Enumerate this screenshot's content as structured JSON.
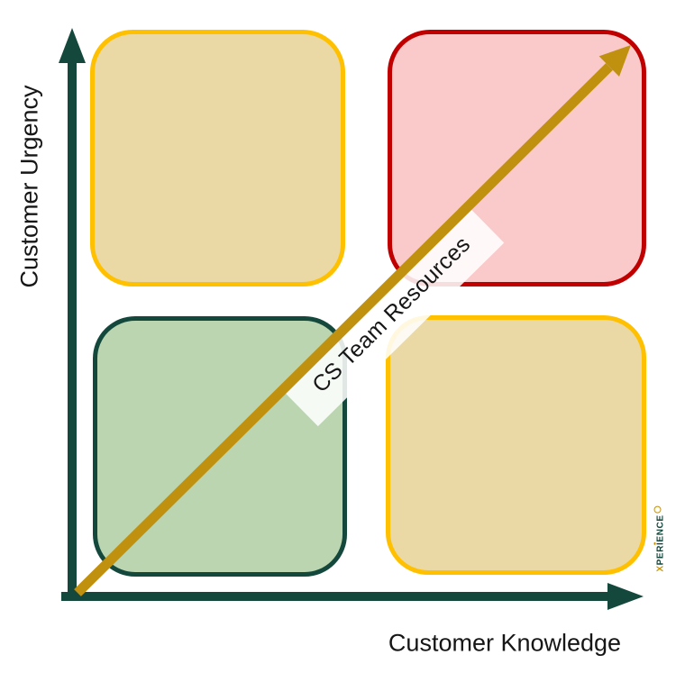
{
  "diagram": {
    "type": "2x2-matrix",
    "y_axis_label": "Customer Urgency",
    "x_axis_label": "Customer Knowledge",
    "diagonal_label": "CS Team Resources",
    "quadrants": [
      {
        "position": "top-left",
        "fill_color_key": "tan_fill",
        "border_color_key": "gold_border"
      },
      {
        "position": "top-right",
        "fill_color_key": "pink_fill",
        "border_color_key": "red_border"
      },
      {
        "position": "bottom-left",
        "fill_color_key": "green_fill",
        "border_color_key": "teal"
      },
      {
        "position": "bottom-right",
        "fill_color_key": "tan_fill",
        "border_color_key": "gold_border"
      }
    ]
  },
  "watermark": {
    "x_letter": "X",
    "pre": "PER",
    "dotted_i": "I",
    "post": "ENCE"
  },
  "colors": {
    "teal": "#14483C",
    "gold_border": "#FFC000",
    "tan_fill": "#EBD9A5",
    "red_border": "#C00000",
    "pink_fill": "#FACACA",
    "green_fill": "#BAD5B0",
    "arrow_gold": "#C0910F",
    "label_bg": "rgba(255,255,255,0.87)",
    "text": "#161616"
  }
}
